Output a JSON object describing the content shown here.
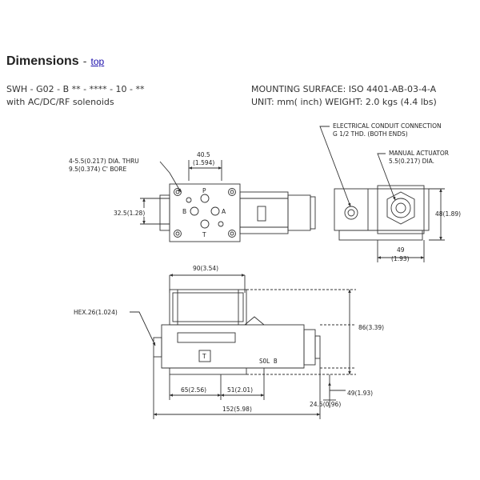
{
  "header": {
    "title": "Dimensions",
    "separator": "-",
    "top_link": "top"
  },
  "spec": {
    "model_code": "SWH - G02 - B ** - **** - 10 - **",
    "solenoid_note": "with AC/DC/RF solenoids",
    "mounting_surface": "MOUNTING SURFACE: ISO 4401-AB-03-4-A",
    "units_weight": "UNIT: mm( inch) WEIGHT: 2.0 kgs (4.4 lbs)"
  },
  "drawing": {
    "top_view": {
      "hole_note_1": "4-5.5(0.217) DIA. THRU",
      "hole_note_2": "9.5(0.374) C' BORE",
      "dim_width": "40.5",
      "dim_width_inch": "(1.594)",
      "dim_height": "32.5(1.28)",
      "port_p": "P",
      "port_a": "A",
      "port_b": "B",
      "port_t": "T"
    },
    "side_view": {
      "conduit_note_1": "ELECTRICAL CONDUIT CONNECTION",
      "conduit_note_2": "G 1/2 THD. (BOTH ENDS)",
      "actuator_note_1": "MANUAL ACTUATOR",
      "actuator_note_2": "5.5(0.217) DIA.",
      "dim_height": "48(1.89)",
      "dim_width": "49",
      "dim_width_inch": "(1.93)"
    },
    "front_view": {
      "dim_top": "90(3.54)",
      "hex_note": "HEX.26(1.024)",
      "tag_t": "T",
      "sol_label": "SOL B",
      "dim_height_total": "86(3.39)",
      "dim_height_low": "49(1.93)",
      "dim_height_base": "24.5(0.96)",
      "dim_left": "65(2.56)",
      "dim_mid": "51(2.01)",
      "dim_total": "152(5.98)"
    }
  }
}
